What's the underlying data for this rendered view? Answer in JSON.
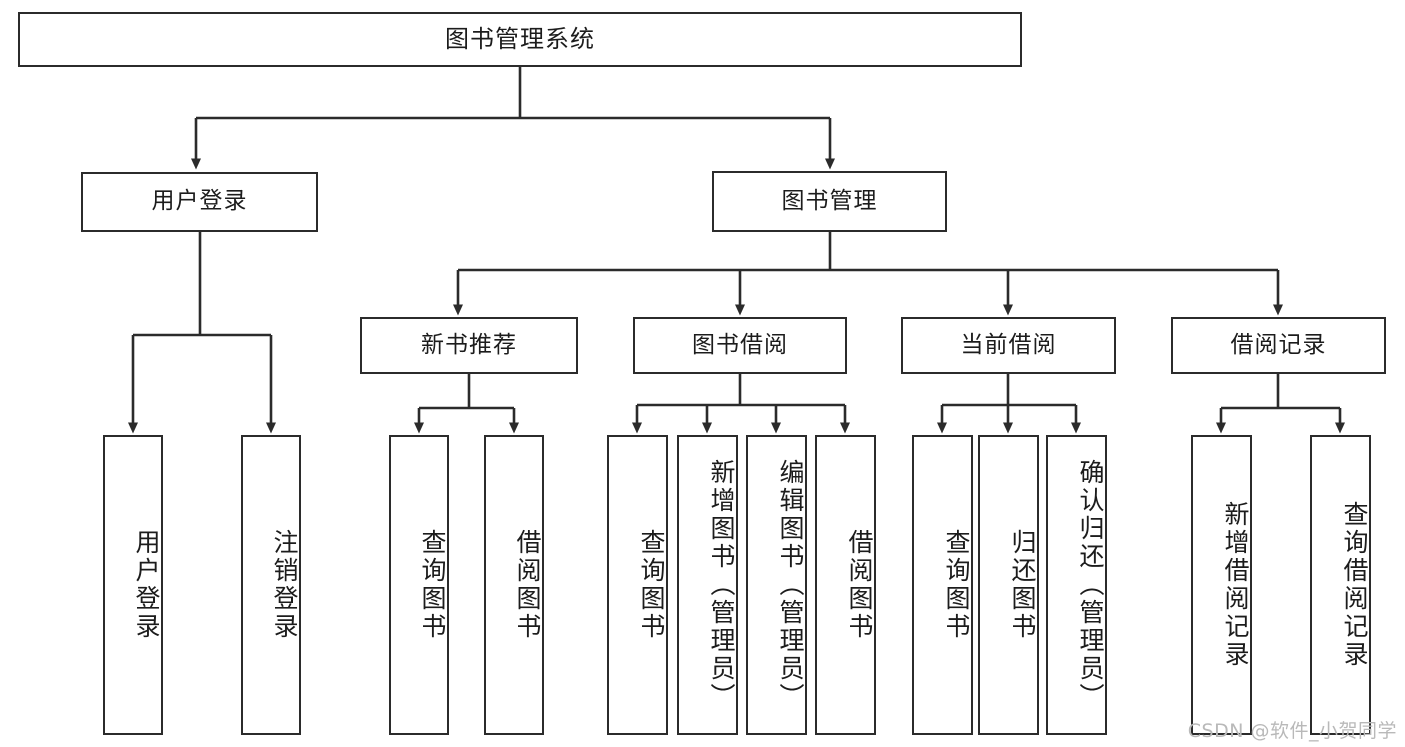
{
  "diagram": {
    "type": "tree",
    "title": "图书管理系统",
    "orientation": "top-down",
    "colors": {
      "node_border": "#2b2b2b",
      "node_fill": "#ffffff",
      "edge": "#2b2b2b",
      "text": "#1c1c1c",
      "watermark": "#b9b9b9",
      "background": "#ffffff"
    },
    "root": {
      "label": "图书管理系统"
    },
    "level2": [
      {
        "label": "用户登录"
      },
      {
        "label": "图书管理"
      }
    ],
    "level3": [
      {
        "label": "新书推荐"
      },
      {
        "label": "图书借阅"
      },
      {
        "label": "当前借阅"
      },
      {
        "label": "借阅记录"
      }
    ],
    "leaves": {
      "user_login": [
        {
          "label": "用户登录"
        },
        {
          "label": "注销登录"
        }
      ],
      "new_book_recommend": [
        {
          "label": "查询图书"
        },
        {
          "label": "借阅图书"
        }
      ],
      "book_borrow": [
        {
          "label": "查询图书"
        },
        {
          "label": "新增图书（管理员）"
        },
        {
          "label": "编辑图书（管理员）"
        },
        {
          "label": "借阅图书"
        }
      ],
      "current_borrow": [
        {
          "label": "查询图书"
        },
        {
          "label": "归还图书"
        },
        {
          "label": "确认归还（管理员）"
        }
      ],
      "borrow_record": [
        {
          "label": "新增借阅记录"
        },
        {
          "label": "查询借阅记录"
        }
      ]
    }
  },
  "watermark": {
    "text": "CSDN @软件_小贺同学"
  }
}
